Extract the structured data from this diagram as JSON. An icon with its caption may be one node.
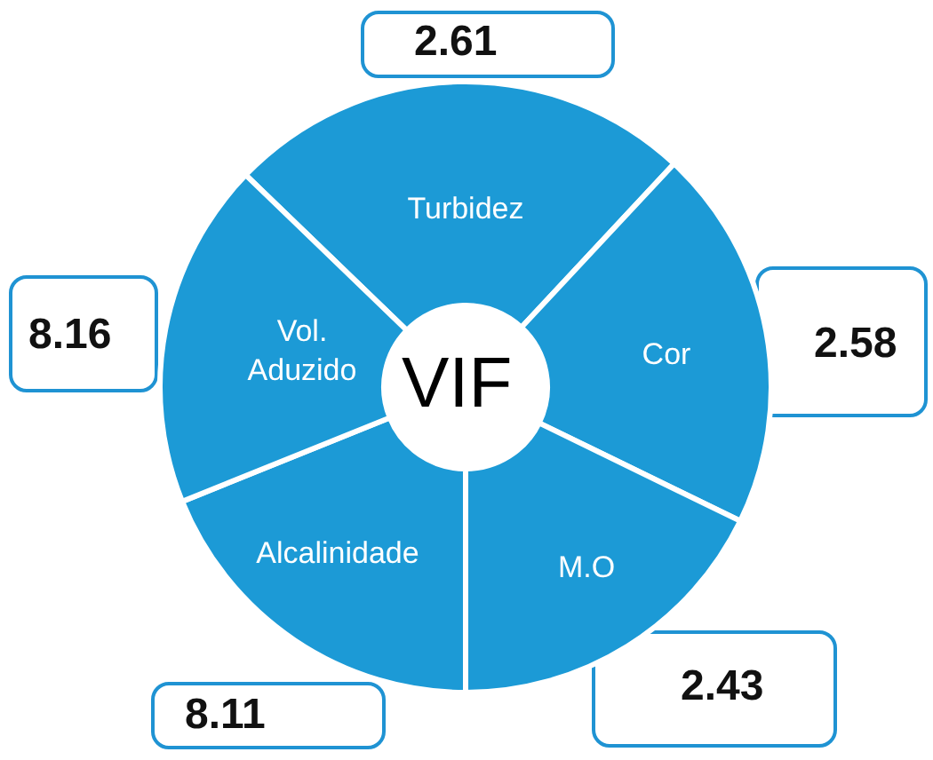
{
  "diagram": {
    "nodes": [
      {
        "text": [
          "VIF"
        ]
      },
      {
        "text": [
          "Turbidez"
        ]
      },
      {
        "text": [
          "Cor"
        ]
      },
      {
        "text": [
          "M.O"
        ]
      },
      {
        "text": [
          "Alcalinidade"
        ]
      },
      {
        "text": [
          "Vol. Aduzido"
        ]
      },
      {
        "text": [
          "2.61"
        ]
      },
      {
        "text": [
          "2.58"
        ]
      },
      {
        "text": [
          "2.43"
        ]
      },
      {
        "text": [
          "8.11"
        ]
      },
      {
        "text": [
          "8.16"
        ]
      }
    ]
  }
}
